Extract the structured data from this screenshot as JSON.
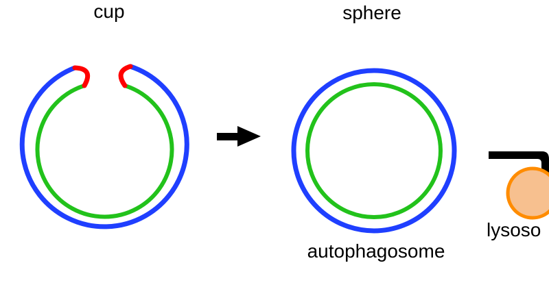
{
  "labels": {
    "cup": "cup",
    "sphere": "sphere",
    "autophagosome": "autophagosome",
    "lysosome": "lysoso"
  },
  "colors": {
    "outer_membrane": "#1f3fff",
    "inner_membrane": "#22c21b",
    "membrane_edge": "#ff0000",
    "lysosome_fill": "#f7c08f",
    "lysosome_stroke": "#ff8c00",
    "arrow": "#000000"
  },
  "icons": {
    "process_arrow": "right-arrow-icon"
  }
}
